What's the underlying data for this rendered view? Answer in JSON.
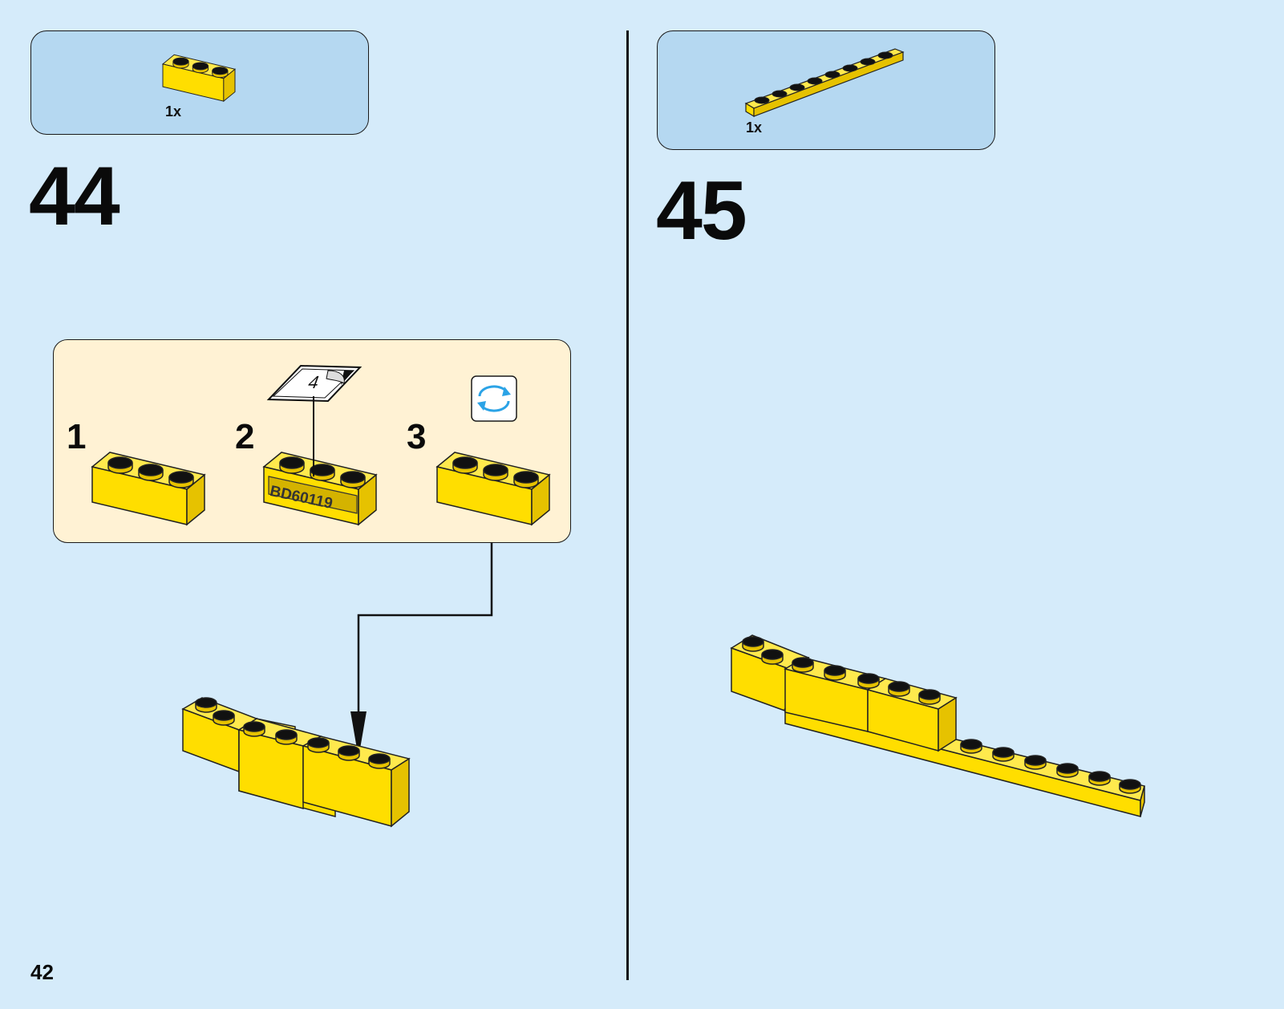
{
  "page": {
    "number": "42"
  },
  "steps": [
    {
      "number": "44",
      "part_quantity": "1x",
      "part": "yellow-1x3-brick"
    },
    {
      "number": "45",
      "part_quantity": "1x",
      "part": "yellow-1x8-plate"
    }
  ],
  "sub_assembly": {
    "steps": [
      {
        "number": "1"
      },
      {
        "number": "2",
        "sticker_number": "4",
        "sticker_text": "BD60119"
      },
      {
        "number": "3"
      }
    ],
    "rotate_icon": "rotate-model-icon"
  },
  "colors": {
    "background": "#d5ebfa",
    "parts_box": "#b5d8f1",
    "sub_assembly_box": "#fff2d4",
    "brick_yellow": "#ffde00",
    "brick_shadow": "#e6c200",
    "rotate_arrow": "#2ba3e6"
  }
}
